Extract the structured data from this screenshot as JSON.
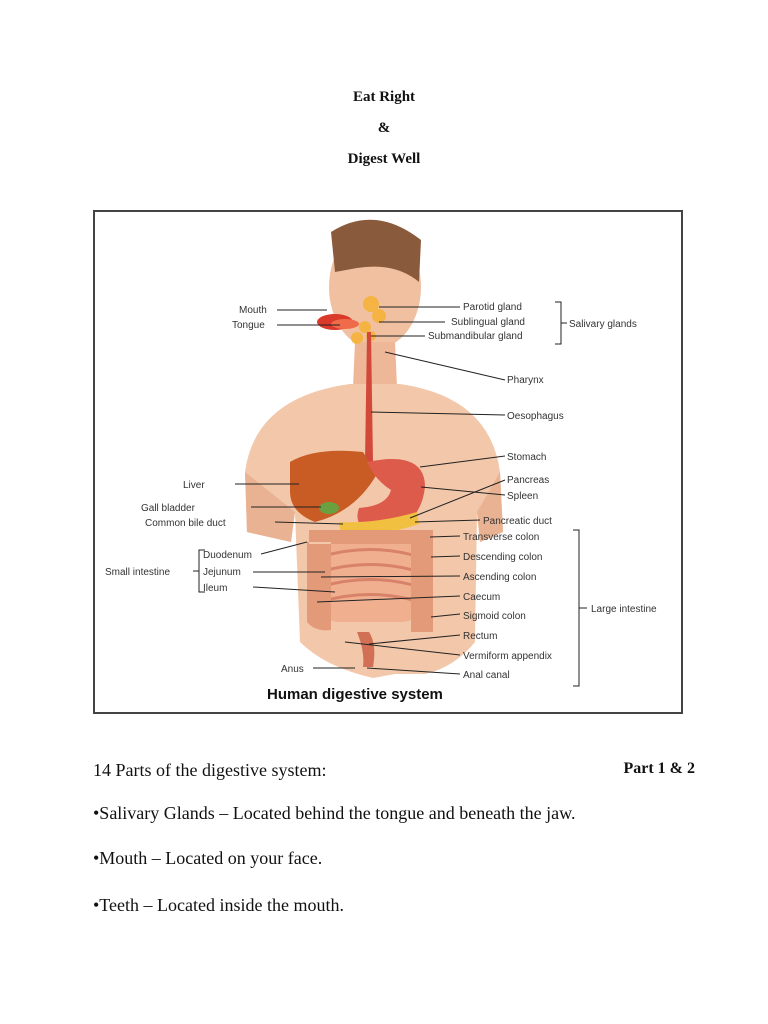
{
  "doc": {
    "title_line1": "Eat Right",
    "title_line2": "&",
    "title_line3": "Digest Well",
    "section_heading": "14 Parts of the digestive system:",
    "section_part": "Part 1 & 2",
    "items": [
      "•Salivary Glands – Located behind the tongue and beneath the jaw.",
      "•Mouth – Located on your face.",
      "•Teeth – Located inside the mouth."
    ]
  },
  "figure": {
    "caption": "Human digestive system",
    "labels_left": {
      "mouth": "Mouth",
      "tongue": "Tongue",
      "liver": "Liver",
      "gall_bladder": "Gall bladder",
      "common_bile_duct": "Common bile duct",
      "duodenum": "Duodenum",
      "jejunum": "Jejunum",
      "ileum": "Ileum",
      "small_intestine": "Small intestine",
      "anus": "Anus"
    },
    "labels_right": {
      "parotid_gland": "Parotid gland",
      "sublingual_gland": "Sublingual gland",
      "submandibular_gland": "Submandibular gland",
      "salivary_glands": "Salivary glands",
      "pharynx": "Pharynx",
      "oesophagus": "Oesophagus",
      "stomach": "Stomach",
      "pancreas": "Pancreas",
      "spleen": "Spleen",
      "pancreatic_duct": "Pancreatic duct",
      "transverse_colon": "Transverse colon",
      "descending_colon": "Descending colon",
      "ascending_colon": "Ascending colon",
      "caecum": "Caecum",
      "sigmoid_colon": "Sigmoid colon",
      "rectum": "Rectum",
      "vermiform_appendix": "Vermiform appendix",
      "anal_canal": "Anal canal",
      "large_intestine": "Large intestine"
    }
  }
}
